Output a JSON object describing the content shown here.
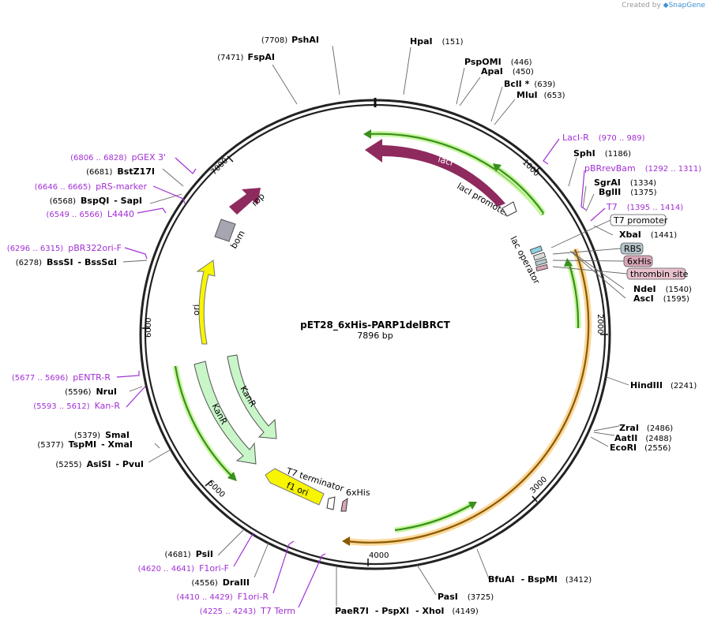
{
  "credit": {
    "prefix": "Created by",
    "brand": "SnapGene"
  },
  "plasmid": {
    "name": "pET28_6xHis-PARP1delBRCT",
    "length_label": "7896 bp"
  },
  "ticks": [
    "1000",
    "2000",
    "3000",
    "4000",
    "5000",
    "6000",
    "7000"
  ],
  "features": {
    "lacI": "lacI",
    "lacI_promoter": "lacI promoter",
    "lac_operator": "lac operator",
    "rop": "rop",
    "bom": "bom",
    "ori": "ori",
    "kanR1": "KanR",
    "kanR2": "KanR",
    "f1_ori": "f1 ori",
    "t7_terminator": "T7 terminator",
    "his_inner": "6xHis"
  },
  "boxed_labels": {
    "t7_promoter": "T7 promoter",
    "rbs": "RBS",
    "his": "6xHis",
    "thrombin": "thrombin site"
  },
  "sites": {
    "pshai": {
      "name": "PshAI",
      "pos": "(7708)"
    },
    "fspai": {
      "name": "FspAI",
      "pos": "(7471)"
    },
    "hpai": {
      "name": "HpaI",
      "pos": "(151)"
    },
    "pspomi": {
      "name": "PspOMI",
      "pos": "(446)"
    },
    "apai": {
      "name": "ApaI",
      "pos": "(450)"
    },
    "bcli": {
      "name": "BclI *",
      "pos": "(639)"
    },
    "mlui": {
      "name": "MluI",
      "pos": "(653)"
    },
    "sphi": {
      "name": "SphI",
      "pos": "(1186)"
    },
    "sgrai": {
      "name": "SgrAI",
      "pos": "(1334)"
    },
    "bglii": {
      "name": "BglII",
      "pos": "(1375)"
    },
    "xbai": {
      "name": "XbaI",
      "pos": "(1441)"
    },
    "ndei": {
      "name": "NdeI",
      "pos": "(1540)"
    },
    "asci": {
      "name": "AscI",
      "pos": "(1595)"
    },
    "hindiii": {
      "name": "HindIII",
      "pos": "(2241)"
    },
    "zrai": {
      "name": "ZraI",
      "pos": "(2486)"
    },
    "aatii": {
      "name": "AatII",
      "pos": "(2488)"
    },
    "ecori": {
      "name": "EcoRI",
      "pos": "(2556)"
    },
    "bfuai": {
      "name": "BfuAI",
      "name2": "- BspMI",
      "pos": "(3412)"
    },
    "pasi": {
      "name": "PasI",
      "pos": "(3725)"
    },
    "paer7i": {
      "name": "PaeR7I",
      "name2": "- PspXI",
      "name3": "- XhoI",
      "pos": "(4149)"
    },
    "dra3": {
      "name": "DraIII",
      "pos": "(4556)"
    },
    "psii": {
      "name": "PsiI",
      "pos": "(4681)"
    },
    "asisi": {
      "name": "AsiSI",
      "name2": "- PvuI",
      "pos": "(5255)"
    },
    "tspmi": {
      "name": "TspMI",
      "name2": "- XmaI",
      "pos": "(5377)"
    },
    "smai": {
      "name": "SmaI",
      "pos": "(5379)"
    },
    "krui": {
      "name": "NruI",
      "pos": "(5596)"
    },
    "bsssi": {
      "name": "BssSI",
      "name2": "- BssSαI",
      "pos": "(6278)"
    },
    "bspqi": {
      "name": "BspQI",
      "name2": "- SapI",
      "pos": "(6568)"
    },
    "bstz17i": {
      "name": "BstZ17I",
      "pos": "(6681)"
    }
  },
  "primers": {
    "laci_r": {
      "name": "LacI-R",
      "pos": "(970 .. 989)"
    },
    "pbrrevbam": {
      "name": "pBRrevBam",
      "pos": "(1292 .. 1311)"
    },
    "t7": {
      "name": "T7",
      "pos": "(1395 .. 1414)"
    },
    "pgex3": {
      "name": "pGEX 3'",
      "pos": "(6806 .. 6828)"
    },
    "prs_marker": {
      "name": "pRS-marker",
      "pos": "(6646 .. 6665)"
    },
    "l4440": {
      "name": "L4440",
      "pos": "(6549 .. 6566)"
    },
    "pbr322ori_f": {
      "name": "pBR322ori-F",
      "pos": "(6296 .. 6315)"
    },
    "pentr_r": {
      "name": "pENTR-R",
      "pos": "(5677 .. 5696)"
    },
    "kan_r": {
      "name": "Kan-R",
      "pos": "(5593 .. 5612)"
    },
    "f1ori_f": {
      "name": "F1ori-F",
      "pos": "(4620 .. 4641)"
    },
    "f1ori_r": {
      "name": "F1ori-R",
      "pos": "(4410 .. 4429)"
    },
    "t7_term": {
      "name": "T7 Term",
      "pos": "(4225 .. 4243)"
    }
  },
  "colors": {
    "lacI": "#8e2a5e",
    "rop": "#8e2a5e",
    "bom": "#a6a6b0",
    "ori": "#f7f500",
    "f1_ori": "#f7f500",
    "kanR": "#c8f6c8",
    "orf_orange": "#f5a623",
    "orf_green": "#3a8f1f",
    "primer": "#a22fd4",
    "backbone": "#222222"
  }
}
